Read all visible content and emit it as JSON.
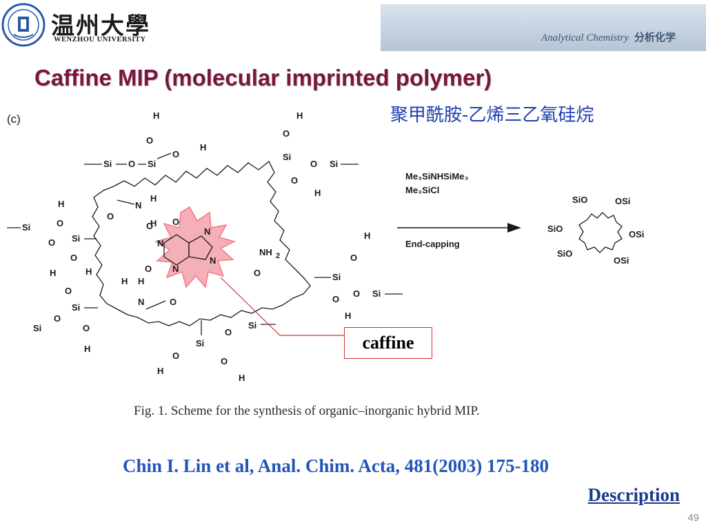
{
  "header": {
    "university_cn": "温州大學",
    "university_en": "WENZHOU UNIVERSITY",
    "course_en": "Analytical Chemistry",
    "course_cn": "分析化学"
  },
  "slide": {
    "title": "Caffine MIP (molecular imprinted polymer)",
    "subtitle_cn": "聚甲酰胺-乙烯三乙氧硅烷",
    "panel_label": "(c)",
    "figure_caption": "Fig. 1.  Scheme for the synthesis of organic–inorganic hybrid MIP.",
    "callout_label": "caffine",
    "citation": "Chin I. Lin et al, Anal. Chim. Acta, 481(2003) 175-180",
    "description_link": "Description",
    "page_number": "49"
  },
  "scheme": {
    "reagent_1": "Me₃SiNHSiMe₃",
    "reagent_2": "Me₃SiCl",
    "arrow_label": "End-capping"
  },
  "colors": {
    "title": "#7a1540",
    "subtitle": "#1f3fb0",
    "citation": "#2255bb",
    "highlight": "#f06a7a",
    "callout_line": "#d03030"
  }
}
